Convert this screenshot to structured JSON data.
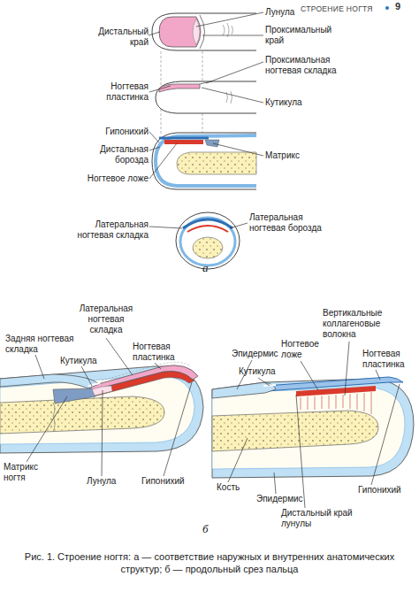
{
  "diagram": {
    "caption": "Рис. 1. Строение ногтя: а — соответствие наружных и внутренних анатомических структур; б — продольный срез пальца",
    "labels": [
      "СТРОЕНИЕ НОГТЯ",
      "9",
      "Лунула",
      "Дистальный край",
      "Проксимальный край",
      "Проксимальная ногтевая складка",
      "Ногтевая пластинка",
      "Кутикула",
      "Гипонихий",
      "Дистальная борозда",
      "Матрикс",
      "Ногтевое ложе",
      "Латеральная ногтевая складка",
      "Латеральная ногтевая борозда",
      "а",
      "Латеральная ногтевая складка",
      "Задняя ногтевая складка",
      "Кутикула",
      "Ногтевая пластинка",
      "Матрикс ногтя",
      "Лунула",
      "Гипонихий",
      "Эпидермис",
      "Кутикула",
      "Ногтевое ложе",
      "Вертикальные коллагеновые волокна",
      "Ногтевая пластинка",
      "Кость",
      "Эпидермис",
      "Гипонихий",
      "Дистальный край лунулы",
      "б"
    ]
  }
}
